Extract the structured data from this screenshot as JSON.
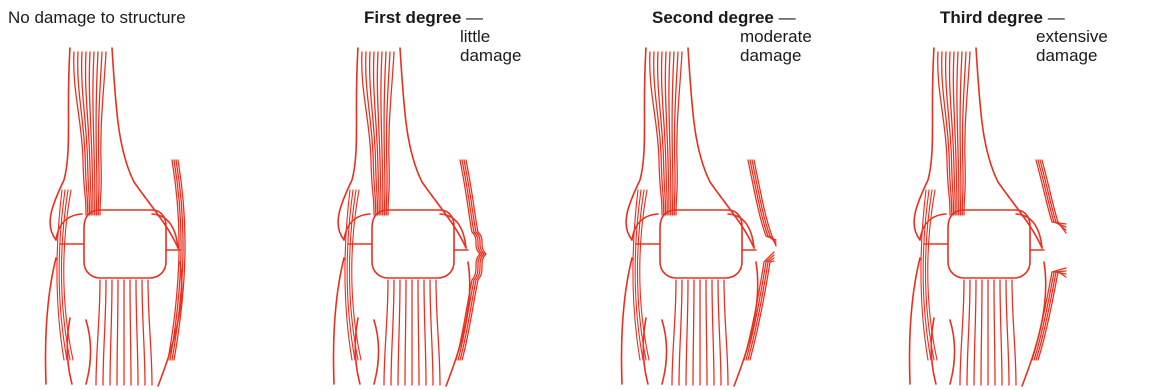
{
  "stroke_color": "#e8301f",
  "text_color": "#1a1a1a",
  "panels": [
    {
      "title_bold": "",
      "title_rest": "No damage to structure",
      "sub_line1": "",
      "sub_line2": "",
      "damage_level": 0
    },
    {
      "title_bold": "First degree",
      "title_rest": " —",
      "sub_line1": "little",
      "sub_line2": "damage",
      "damage_level": 1
    },
    {
      "title_bold": "Second degree",
      "title_rest": " —",
      "sub_line1": "moderate",
      "sub_line2": "damage",
      "damage_level": 2
    },
    {
      "title_bold": "Third degree",
      "title_rest": " —",
      "sub_line1": "extensive",
      "sub_line2": "damage",
      "damage_level": 3
    }
  ]
}
